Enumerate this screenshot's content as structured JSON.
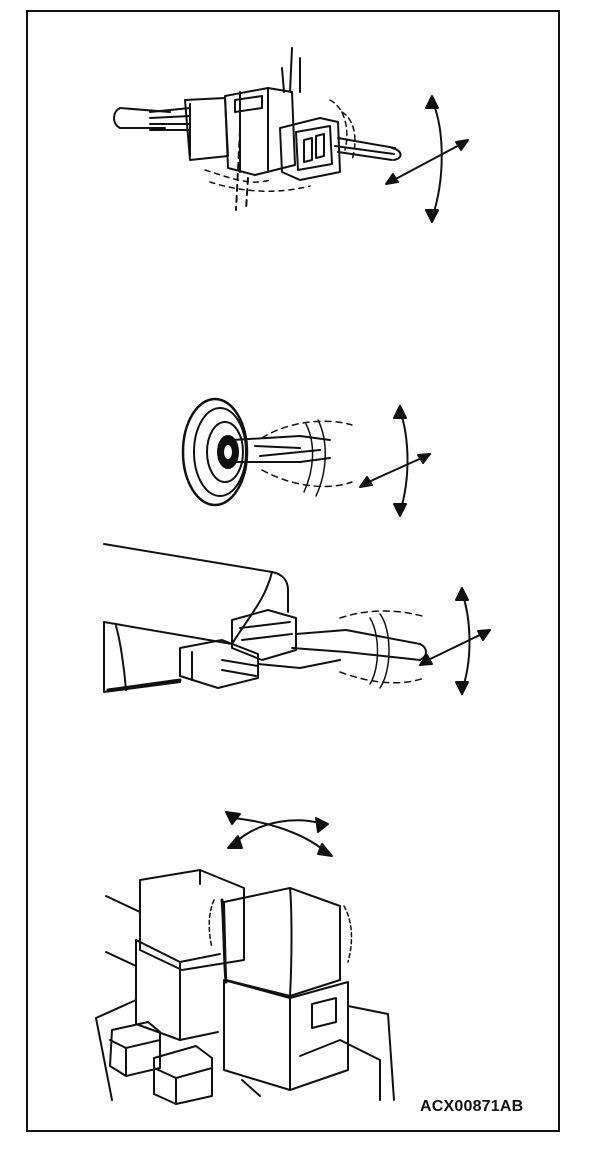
{
  "figure": {
    "code": "ACX00871AB",
    "line_color": "#111111",
    "background": "#ffffff",
    "panels": [
      {
        "name": "connector-wiggle",
        "icon": "harness-connector-icon",
        "motion": "wiggle-arrows"
      },
      {
        "name": "grommet-wiggle",
        "icon": "grommet-icon",
        "motion": "wiggle-arrows"
      },
      {
        "name": "ecu-connector-wiggle",
        "icon": "ecu-connector-icon",
        "motion": "wiggle-arrows"
      },
      {
        "name": "relay-tap",
        "icon": "relay-icon",
        "motion": "cross-arrows"
      }
    ]
  }
}
